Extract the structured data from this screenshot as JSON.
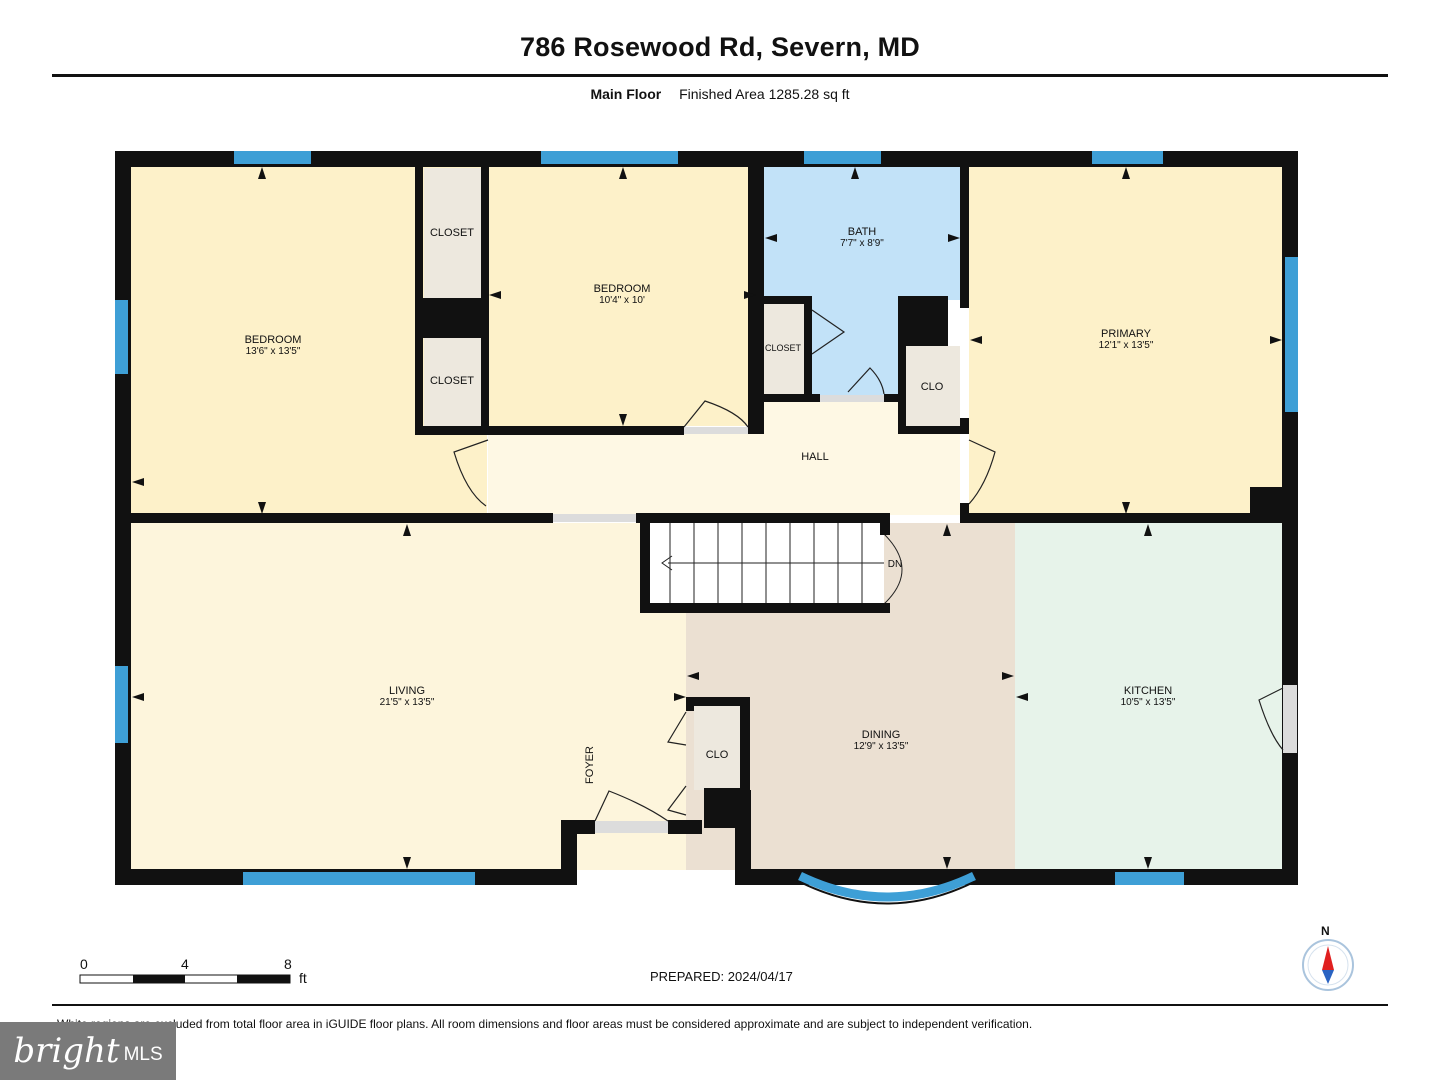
{
  "header": {
    "title": "786 Rosewood Rd, Severn, MD",
    "floor_name": "Main Floor",
    "area": "Finished Area 1285.28 sq ft"
  },
  "rooms": {
    "bedroom_left": {
      "name": "BEDROOM",
      "dims": "13'6\" x 13'5\""
    },
    "bedroom_mid": {
      "name": "BEDROOM",
      "dims": "10'4\" x 10'"
    },
    "bath": {
      "name": "BATH",
      "dims": "7'7\" x 8'9\""
    },
    "primary": {
      "name": "PRIMARY",
      "dims": "12'1\" x 13'5\""
    },
    "hall": {
      "name": "HALL"
    },
    "living": {
      "name": "LIVING",
      "dims": "21'5\" x 13'5\""
    },
    "dining": {
      "name": "DINING",
      "dims": "12'9\" x 13'5\""
    },
    "kitchen": {
      "name": "KITCHEN",
      "dims": "10'5\" x 13'5\""
    },
    "closet_upper": "CLOSET",
    "closet_lower": "CLOSET",
    "closet_bath": "CLOSET",
    "clo_primary": "CLO",
    "clo_foyer": "CLO",
    "foyer": "FOYER",
    "stairs": "DN"
  },
  "footer": {
    "scale": [
      "0",
      "4",
      "8"
    ],
    "scale_unit": "ft",
    "prepared": "PREPARED: 2024/04/17",
    "disclaimer": "White regions are excluded from total floor area in iGUIDE floor plans. All room dimensions and floor areas must be considered approximate and are subject to independent verification.",
    "compass": "N",
    "brand_main": "bright",
    "brand_sub": "MLS"
  },
  "colors": {
    "bedroom": "#fdf1c9",
    "bath": "#c2e2f8",
    "hall": "#fef8e4",
    "dining": "#ebe0d2",
    "kitchen": "#e7f3ea",
    "closet": "#ede8de",
    "wall": "#111111",
    "window": "#3e9fd6"
  }
}
